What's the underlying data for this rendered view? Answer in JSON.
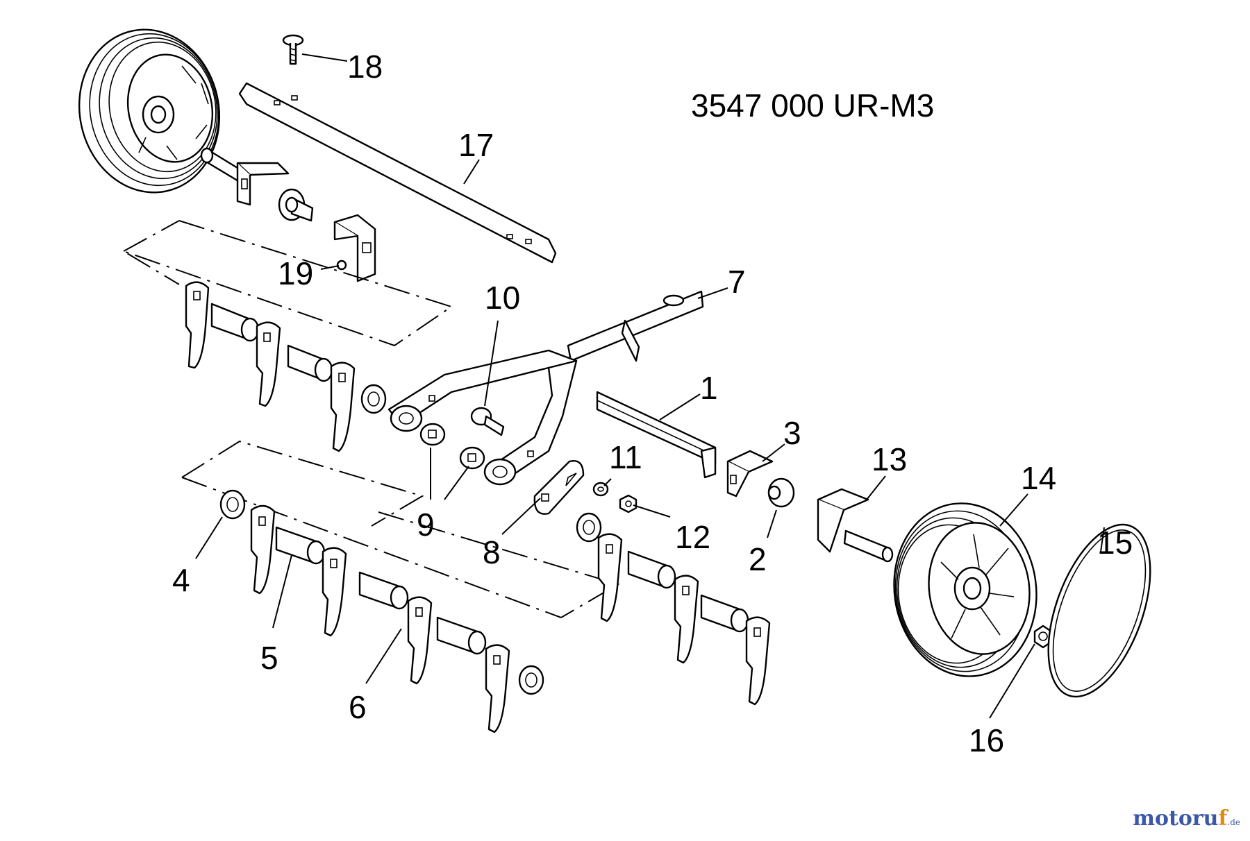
{
  "diagram": {
    "model_label": "3547 000 UR-M3",
    "callouts": [
      {
        "id": "1",
        "label": "1"
      },
      {
        "id": "2",
        "label": "2"
      },
      {
        "id": "3",
        "label": "3"
      },
      {
        "id": "4",
        "label": "4"
      },
      {
        "id": "5",
        "label": "5"
      },
      {
        "id": "6",
        "label": "6"
      },
      {
        "id": "7",
        "label": "7"
      },
      {
        "id": "8",
        "label": "8"
      },
      {
        "id": "9",
        "label": "9"
      },
      {
        "id": "10",
        "label": "10"
      },
      {
        "id": "11",
        "label": "11"
      },
      {
        "id": "12",
        "label": "12"
      },
      {
        "id": "13",
        "label": "13"
      },
      {
        "id": "14",
        "label": "14"
      },
      {
        "id": "15",
        "label": "15"
      },
      {
        "id": "16",
        "label": "16"
      },
      {
        "id": "17",
        "label": "17"
      },
      {
        "id": "18",
        "label": "18"
      },
      {
        "id": "19",
        "label": "19"
      }
    ]
  },
  "watermark": {
    "brand_main": "motoru",
    "brand_accent": "f",
    "brand_suffix": ".de"
  }
}
